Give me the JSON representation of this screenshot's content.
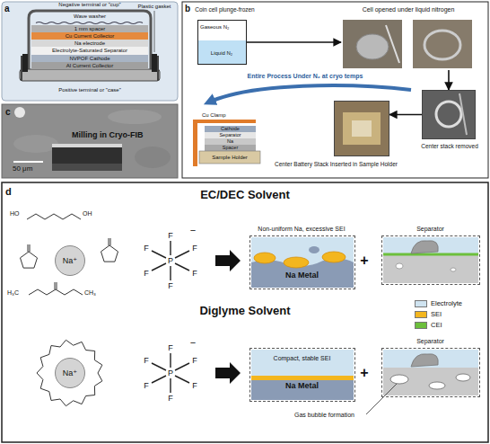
{
  "diagram": {
    "nodes": [
      {
        "text": [
          "Wave washer"
        ]
      },
      {
        "text": [
          "1 mm spacer"
        ]
      },
      {
        "text": [
          "Cu Current Collector"
        ]
      },
      {
        "text": [
          "Na electrode"
        ]
      },
      {
        "text": [
          "Electrolyte-Saturated Separator"
        ]
      },
      {
        "text": [
          "NVPOF Cathode"
        ]
      },
      {
        "text": [
          "Al Current Collector"
        ]
      },
      {
        "text": [
          "Coin cell plunge-frozen",
          "Gaseous N₂",
          "Liquid N₂"
        ]
      },
      {
        "text": [
          "Cell opened under liquid nitrogen"
        ]
      },
      {
        "text": [
          "Center stack removed"
        ]
      },
      {
        "text": [
          "Center Battery Stack Inserted in Sample Holder"
        ]
      },
      {
        "text": [
          "Na⁺"
        ]
      },
      {
        "text": [
          "Non-uniform Na, excessive SEI",
          "Na Metal"
        ]
      },
      {
        "text": [
          "Separator"
        ]
      },
      {
        "text": [
          "Na⁺"
        ]
      },
      {
        "text": [
          "Compact, stable SEI",
          "Na Metal"
        ]
      },
      {
        "text": [
          "Separator"
        ]
      }
    ],
    "edges": [
      {
        "from": 7,
        "to": 8,
        "arrow": "to"
      },
      {
        "from": 8,
        "to": 9,
        "arrow": "to"
      },
      {
        "from": 9,
        "to": 10,
        "arrow": "to"
      }
    ],
    "labels": [
      "a",
      "Negative terminal or \"cup\"",
      "Plastic gasket",
      "Positive terminal or \"case\"",
      "b",
      "Entire Process Under N₂ at cryo temps",
      "Cu Clamp",
      "Cathode",
      "Separator",
      "Na",
      "Spacer",
      "Sample Holder",
      "c",
      "Milling in Cryo-FIB",
      "50 μm",
      "d",
      "EC/DEC Solvent",
      "Diglyme Solvent",
      "HO",
      "OH",
      "H₃C",
      "CH₃",
      "F",
      "F",
      "F",
      "F",
      "F",
      "F",
      "P",
      "−",
      "F",
      "F",
      "F",
      "F",
      "F",
      "F",
      "P",
      "−",
      "+",
      "+",
      "Gas bubble formation"
    ],
    "legend": [
      {
        "text": "Electrolyte",
        "color": "#cfe3f0"
      },
      {
        "text": "SEI",
        "color": "#f3b61f"
      },
      {
        "text": "CEI",
        "color": "#6cbf3c"
      }
    ]
  }
}
